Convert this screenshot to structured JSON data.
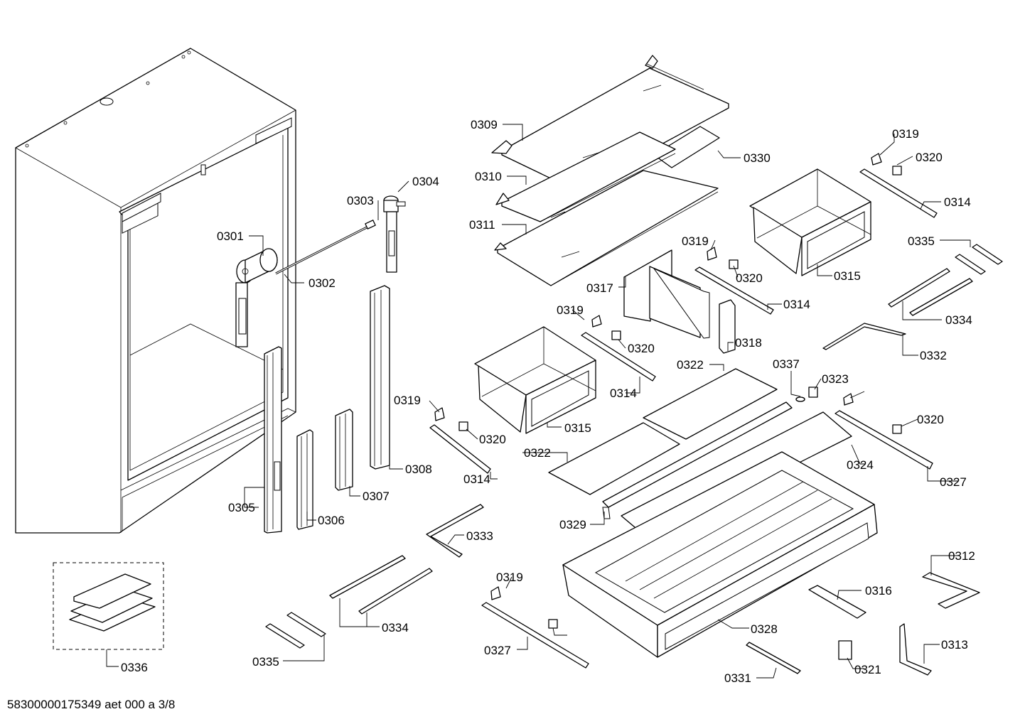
{
  "diagram": {
    "labels": [
      "0301",
      "0302",
      "0303",
      "0304",
      "0305",
      "0306",
      "0307",
      "0308",
      "0309",
      "0310",
      "0311",
      "0312",
      "0313",
      "0314",
      "0314",
      "0314",
      "0314",
      "0315",
      "0315",
      "0316",
      "0317",
      "0318",
      "0319",
      "0319",
      "0319",
      "0319",
      "0319",
      "0320",
      "0320",
      "0320",
      "0320",
      "0320",
      "0321",
      "0322",
      "0322",
      "0323",
      "0324",
      "0327",
      "0327",
      "0328",
      "0329",
      "0330",
      "0331",
      "0332",
      "0333",
      "0334",
      "0334",
      "0335",
      "0335",
      "0336",
      "0337"
    ]
  },
  "footer": {
    "doc_id": "58300000175349 aet 000 a 3/8"
  }
}
